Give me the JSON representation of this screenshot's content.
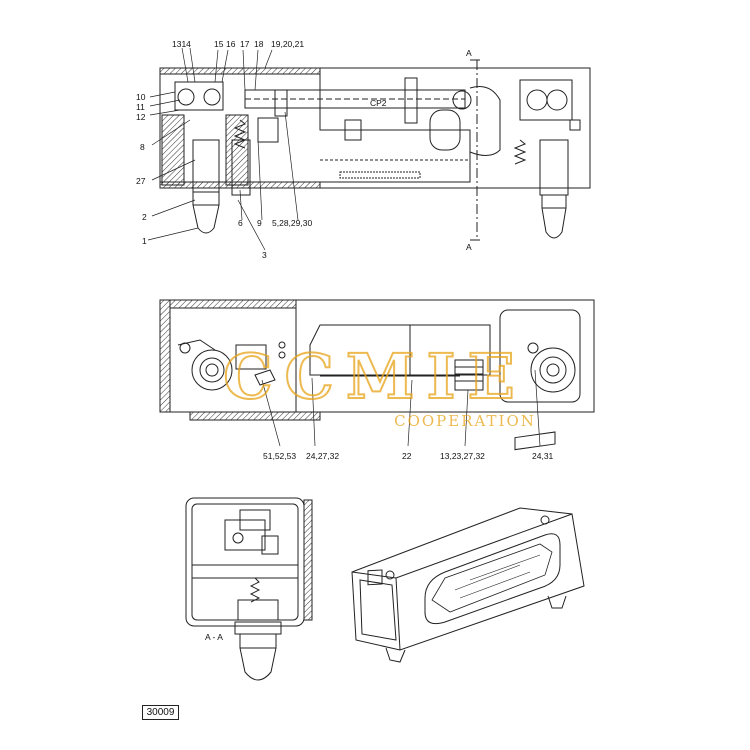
{
  "views": {
    "top": {
      "section_marker": "A",
      "callouts": {
        "c13_14": "1314",
        "c15": "15",
        "c16": "16",
        "c17": "17",
        "c18": "18",
        "c19_21": "19,20,21",
        "c10": "10",
        "c11": "11",
        "c12": "12",
        "c8": "8",
        "c27": "27",
        "c2": "2",
        "c1": "1",
        "c6": "6",
        "c9": "9",
        "c5_30": "5,28,29,30",
        "c3": "3"
      }
    },
    "middle": {
      "callouts": {
        "c51_53": "51,52,53",
        "c24_32": "24,27,32",
        "c22": "22",
        "c13_32": "13,23,27,32",
        "c24_31": "24,31"
      }
    },
    "section": {
      "caption": "A - A"
    }
  },
  "watermark": {
    "brand": "CCMIE",
    "subtitle": "COOPERATION",
    "color": "#e8a317"
  },
  "drawing_number": "30009"
}
